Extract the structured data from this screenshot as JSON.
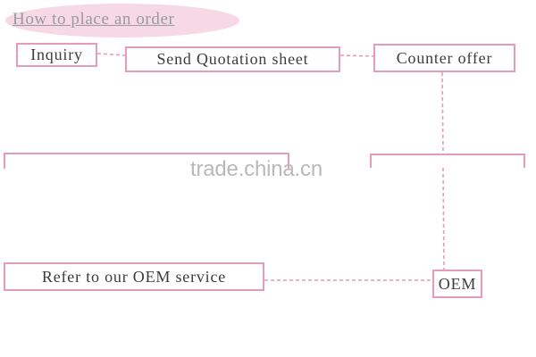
{
  "title": "How to place an order",
  "steps": {
    "inquiry": "Inquiry",
    "quotation": "Send Quotation sheet",
    "counter_offer": "Counter offer",
    "oem": "OEM",
    "oem_service": "Refer to our OEM service"
  },
  "watermark": "trade.china.cn",
  "colors": {
    "border": "#e79bbb",
    "title_highlight": "#f7d9e6",
    "text": "#3c3c3c",
    "watermark": "#b9b9b9"
  }
}
